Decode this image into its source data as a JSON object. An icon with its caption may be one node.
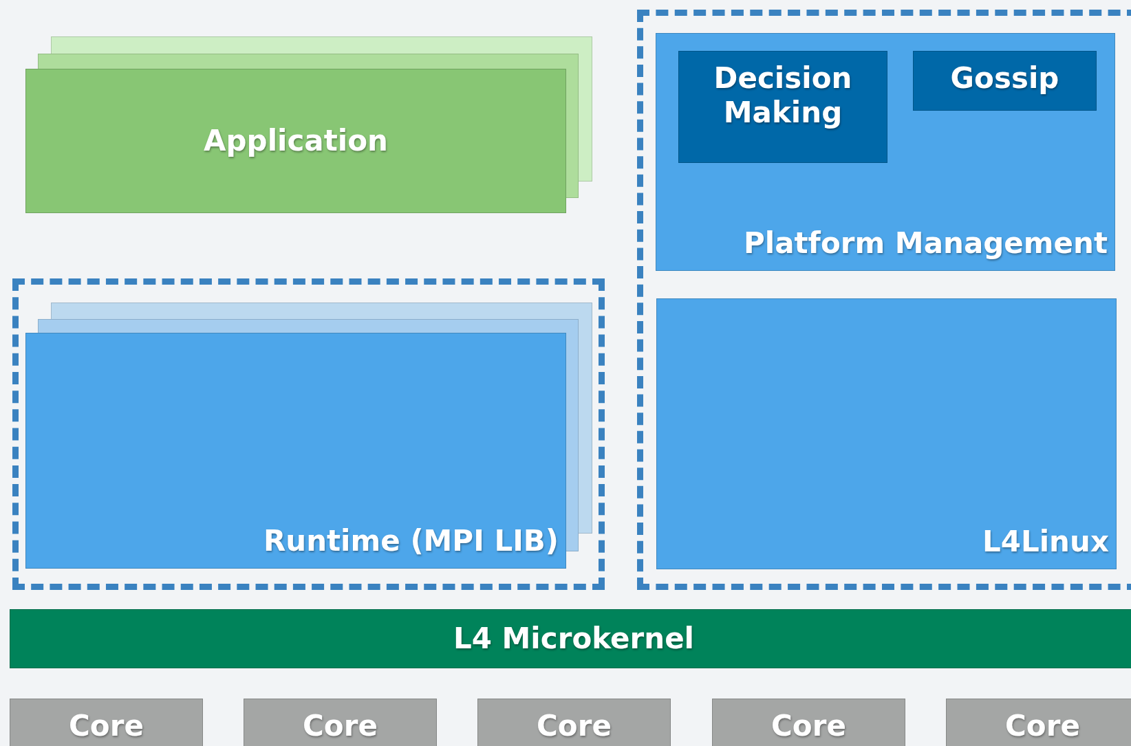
{
  "diagram": {
    "nodes": [
      {
        "text": [
          "Application"
        ]
      },
      {
        "text": [],
        "shape": "box"
      },
      {
        "text": [
          "Runtime (MPI LIB)"
        ],
        "in": 1
      },
      {
        "text": [],
        "shape": "box"
      },
      {
        "text": [
          "Platform Management"
        ],
        "in": 3
      },
      {
        "text": [
          "Decision Making"
        ],
        "in": 4
      },
      {
        "text": [
          "Gossip"
        ],
        "in": 4
      },
      {
        "text": [
          "L4Linux"
        ],
        "in": 3
      },
      {
        "text": [
          "L4 Microkernel"
        ]
      },
      {
        "text": [
          "Core"
        ]
      },
      {
        "text": [
          "Core"
        ]
      },
      {
        "text": [
          "Core"
        ]
      },
      {
        "text": [
          "Core"
        ]
      },
      {
        "text": [
          "Core"
        ]
      }
    ]
  }
}
